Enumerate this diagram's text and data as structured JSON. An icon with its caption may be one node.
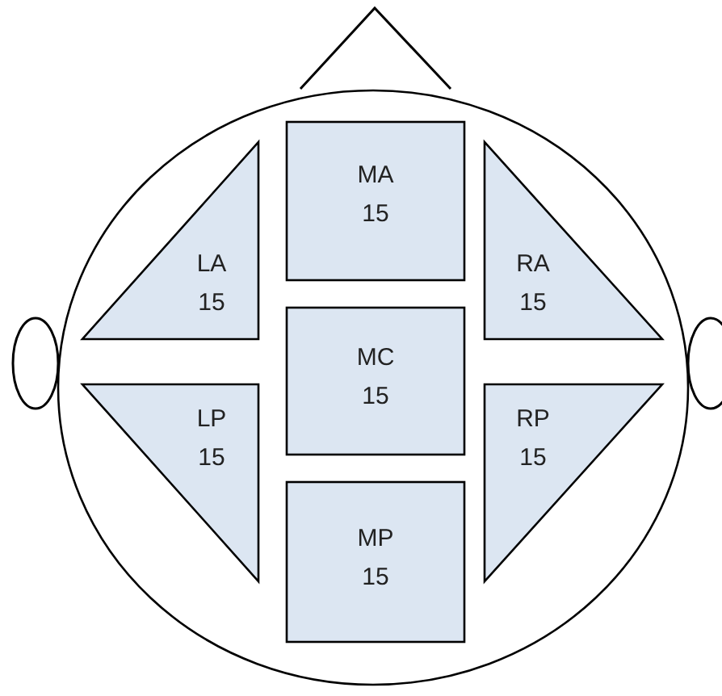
{
  "diagram": {
    "nodes": [
      {
        "text": [],
        "shape": "circle"
      },
      {
        "text": [
          "MA",
          "15"
        ],
        "in": 0
      },
      {
        "text": [
          "LA",
          "15"
        ],
        "in": 0
      },
      {
        "text": [
          "RA",
          "15"
        ],
        "in": 0
      },
      {
        "text": [
          "MC",
          "15"
        ],
        "in": 0
      },
      {
        "text": [
          "LP",
          "15"
        ],
        "in": 0
      },
      {
        "text": [
          "RP",
          "15"
        ],
        "in": 0
      },
      {
        "text": [
          "MP",
          "15"
        ],
        "in": 0
      }
    ]
  }
}
